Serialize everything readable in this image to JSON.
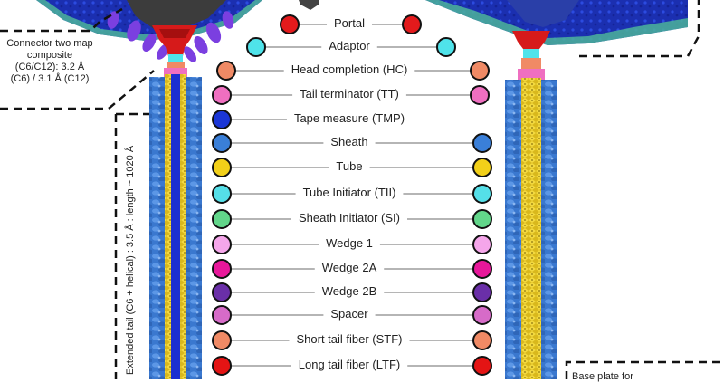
{
  "legend": [
    {
      "label": "Portal",
      "color": "#e31a1c",
      "left_dot": true,
      "right_dot": true
    },
    {
      "label": "Adaptor",
      "color": "#4fe3ea",
      "left_dot": true,
      "right_dot": true
    },
    {
      "label": "Head completion (HC)",
      "color": "#f08a65",
      "left_dot": true,
      "right_dot": true
    },
    {
      "label": "Tail terminator (TT)",
      "color": "#ef6fc0",
      "left_dot": true,
      "right_dot": true
    },
    {
      "label": "Tape measure (TMP)",
      "color": "#1b36d6",
      "left_dot": true,
      "right_dot": false
    },
    {
      "label": "Sheath",
      "color": "#3a7fd8",
      "left_dot": true,
      "right_dot": true
    },
    {
      "label": "Tube",
      "color": "#f2d019",
      "left_dot": true,
      "right_dot": true
    },
    {
      "label": "Tube Initiator (TII)",
      "color": "#55dfe8",
      "left_dot": true,
      "right_dot": true
    },
    {
      "label": "Sheath Initiator (SI)",
      "color": "#62d68a",
      "left_dot": true,
      "right_dot": true
    },
    {
      "label": "Wedge 1",
      "color": "#f5a6ea",
      "left_dot": true,
      "right_dot": true
    },
    {
      "label": "Wedge 2A",
      "color": "#e8179a",
      "left_dot": true,
      "right_dot": true
    },
    {
      "label": "Wedge 2B",
      "color": "#6a2fa8",
      "left_dot": true,
      "right_dot": true
    },
    {
      "label": "Spacer",
      "color": "#d66bc8",
      "left_dot": true,
      "right_dot": true
    },
    {
      "label": "Short tail fiber (STF)",
      "color": "#f08a65",
      "left_dot": true,
      "right_dot": true
    },
    {
      "label": "Long tail fiber (LTF)",
      "color": "#e41414",
      "left_dot": true,
      "right_dot": true
    }
  ],
  "notes": {
    "connector": "Connector two map composite (C6/C12): 3.2 Å (C6) / 3.1 Å (C12)",
    "tail_axis": "Extended tail (C6 + helical) : 3.5 Å : length ~ 1020 Å",
    "bottom_right": "Base plate for"
  },
  "colors": {
    "capsid_blue": "#1c34b8",
    "capsid_teal": "#4bb39a",
    "purple_fiber": "#7b3fe0",
    "sheath_blue": "#3e7fd6",
    "tube_gold": "#e7c824",
    "tmp_blue": "#1c2fd0",
    "portal_red": "#d61a1a",
    "dash_black": "#111111"
  }
}
